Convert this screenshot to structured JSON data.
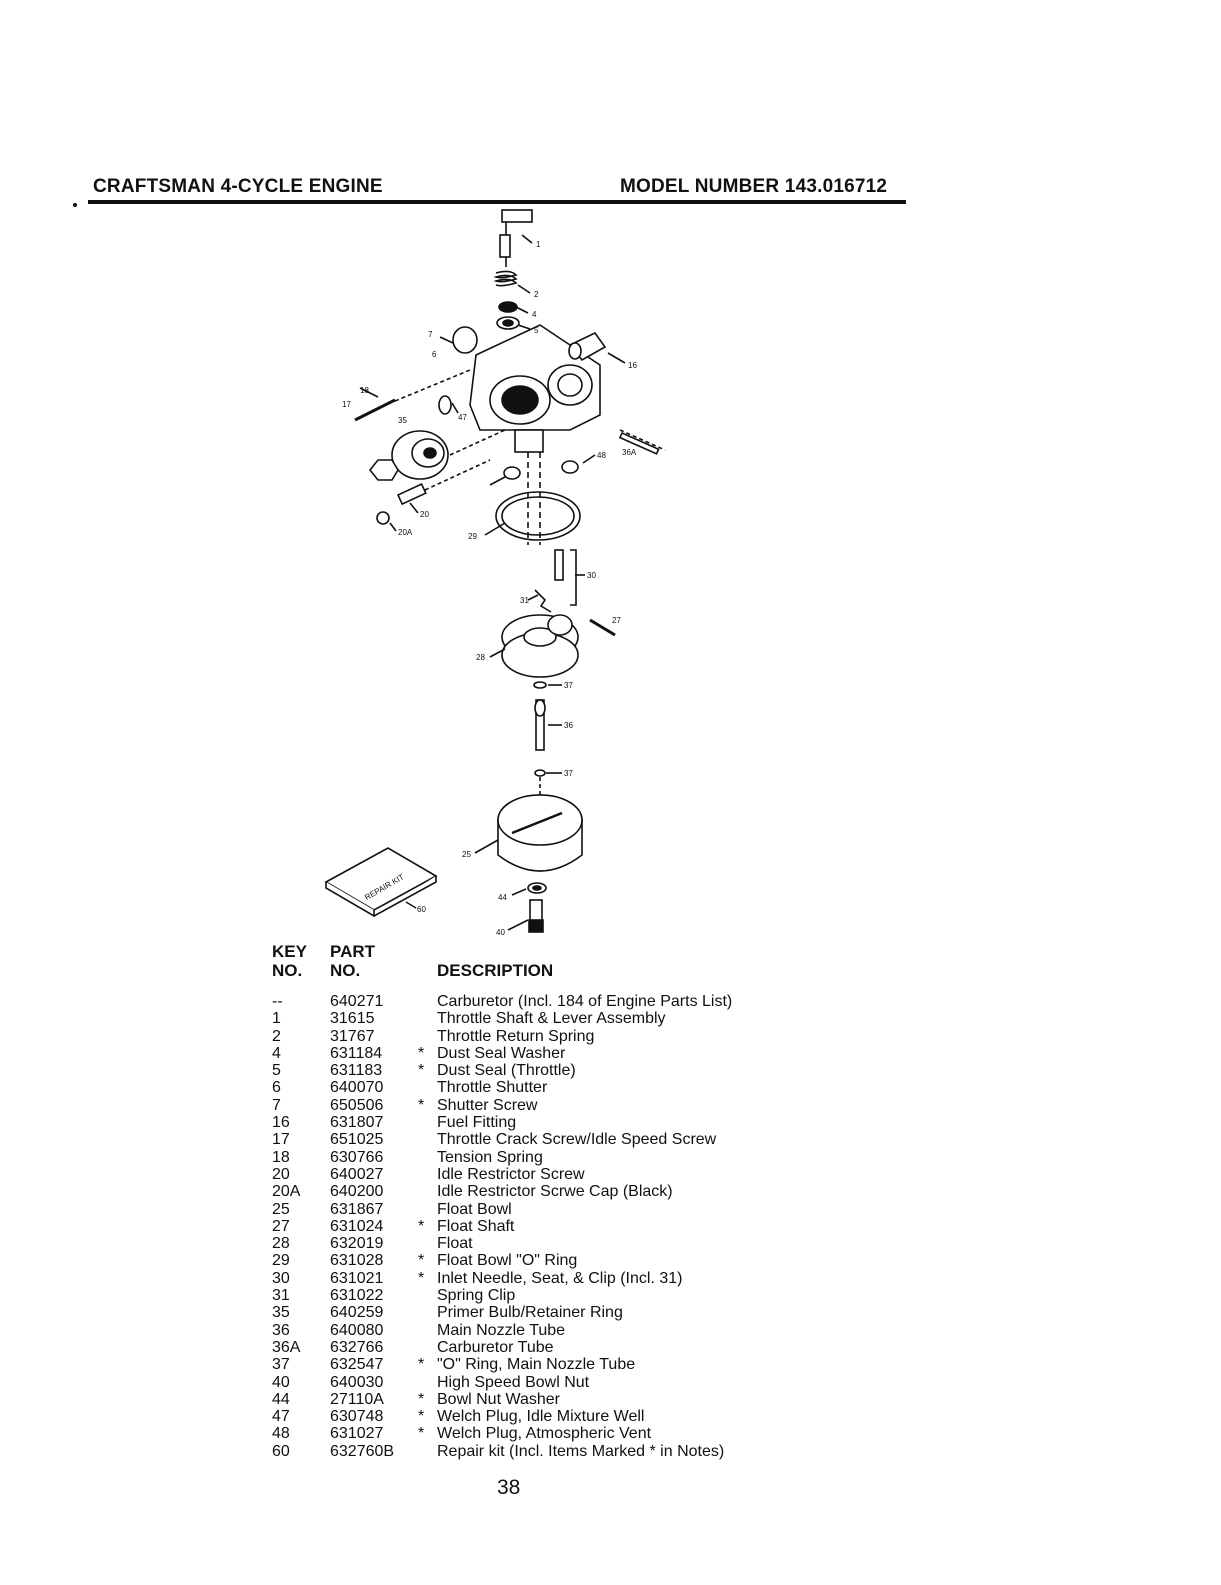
{
  "header": {
    "left_title": "CRAFTSMAN 4-CYCLE ENGINE",
    "right_title": "MODEL NUMBER 143.016712"
  },
  "diagram": {
    "callouts": [
      "1",
      "2",
      "4",
      "5",
      "7",
      "6",
      "16",
      "18",
      "17",
      "35",
      "47",
      "36A",
      "48",
      "20",
      "20A",
      "29",
      "30",
      "31",
      "27",
      "28",
      "37",
      "36",
      "37",
      "25",
      "44",
      "40",
      "60"
    ],
    "kit_label": "REPAIR KIT"
  },
  "table": {
    "key_header_1": "KEY",
    "key_header_2": "NO.",
    "part_header_1": "PART",
    "part_header_2": "NO.",
    "desc_header": "DESCRIPTION",
    "rows": [
      {
        "key": "--",
        "part": "640271",
        "mark": "",
        "desc": "Carburetor (Incl. 184 of Engine Parts List)"
      },
      {
        "key": "1",
        "part": "31615",
        "mark": "",
        "desc": "Throttle Shaft & Lever Assembly"
      },
      {
        "key": "2",
        "part": "31767",
        "mark": "",
        "desc": "Throttle Return Spring"
      },
      {
        "key": "4",
        "part": "631184",
        "mark": "*",
        "desc": "Dust Seal Washer"
      },
      {
        "key": "5",
        "part": "631183",
        "mark": "*",
        "desc": "Dust Seal (Throttle)"
      },
      {
        "key": "6",
        "part": "640070",
        "mark": "",
        "desc": "Throttle Shutter"
      },
      {
        "key": "7",
        "part": "650506",
        "mark": "*",
        "desc": "Shutter Screw"
      },
      {
        "key": "16",
        "part": "631807",
        "mark": "",
        "desc": "Fuel Fitting"
      },
      {
        "key": "17",
        "part": "651025",
        "mark": "",
        "desc": "Throttle Crack Screw/Idle Speed Screw"
      },
      {
        "key": "18",
        "part": "630766",
        "mark": "",
        "desc": "Tension Spring"
      },
      {
        "key": "20",
        "part": "640027",
        "mark": "",
        "desc": "Idle Restrictor Screw"
      },
      {
        "key": "20A",
        "part": "640200",
        "mark": "",
        "desc": "Idle Restrictor Scrwe Cap (Black)"
      },
      {
        "key": "25",
        "part": "631867",
        "mark": "",
        "desc": "Float Bowl"
      },
      {
        "key": "27",
        "part": "631024",
        "mark": "*",
        "desc": "Float Shaft"
      },
      {
        "key": "28",
        "part": "632019",
        "mark": "",
        "desc": "Float"
      },
      {
        "key": "29",
        "part": "631028",
        "mark": "*",
        "desc": "Float Bowl \"O\" Ring"
      },
      {
        "key": "30",
        "part": "631021",
        "mark": "*",
        "desc": "Inlet Needle, Seat, & Clip (Incl. 31)"
      },
      {
        "key": "31",
        "part": "631022",
        "mark": "",
        "desc": "Spring Clip"
      },
      {
        "key": "35",
        "part": "640259",
        "mark": "",
        "desc": "Primer Bulb/Retainer Ring"
      },
      {
        "key": "36",
        "part": "640080",
        "mark": "",
        "desc": "Main Nozzle Tube"
      },
      {
        "key": "36A",
        "part": "632766",
        "mark": "",
        "desc": "Carburetor Tube"
      },
      {
        "key": "37",
        "part": "632547",
        "mark": "*",
        "desc": "\"O\" Ring, Main Nozzle Tube"
      },
      {
        "key": "40",
        "part": "640030",
        "mark": "",
        "desc": "High Speed Bowl Nut"
      },
      {
        "key": "44",
        "part": "27110A",
        "mark": "*",
        "desc": "Bowl Nut Washer"
      },
      {
        "key": "47",
        "part": "630748",
        "mark": "*",
        "desc": "Welch Plug, Idle Mixture Well"
      },
      {
        "key": "48",
        "part": "631027",
        "mark": "*",
        "desc": "Welch Plug, Atmospheric Vent"
      },
      {
        "key": "60",
        "part": "632760B",
        "mark": "",
        "desc": "Repair kit (Incl. Items Marked * in Notes)"
      }
    ]
  },
  "page_number": "38"
}
